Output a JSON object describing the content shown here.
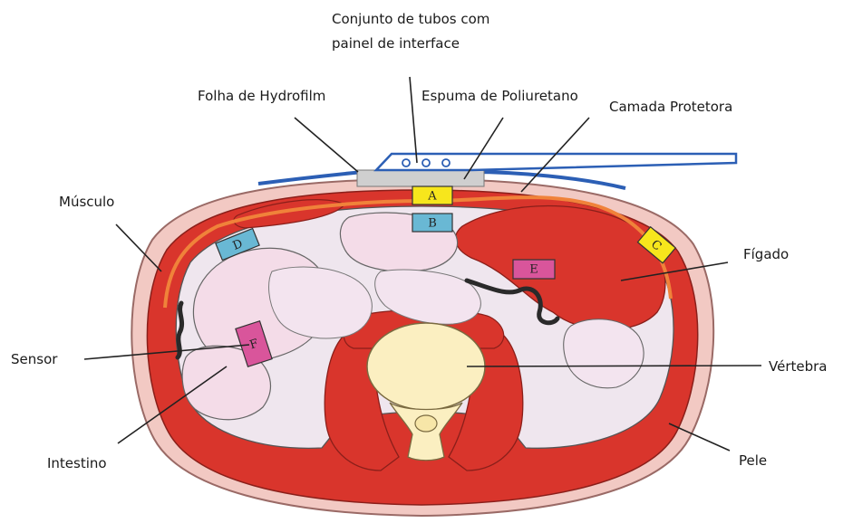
{
  "labels": {
    "tubes_line1": "Conjunto de tubos com",
    "tubes_line2": "painel de interface",
    "hydrofilm": "Folha de Hydrofilm",
    "foam": "Espuma de Poliuretano",
    "protective_layer": "Camada Protetora",
    "muscle": "Músculo",
    "liver": "Fígado",
    "sensor": "Sensor",
    "vertebra": "Vértebra",
    "intestine": "Intestino",
    "skin": "Pele"
  },
  "sensor_tags": {
    "a": {
      "text": "A",
      "color": "#f7e61c"
    },
    "b": {
      "text": "B",
      "color": "#69b8d4"
    },
    "c": {
      "text": "C",
      "color": "#f7e61c"
    },
    "d": {
      "text": "D",
      "color": "#69b8d4"
    },
    "e": {
      "text": "E",
      "color": "#d9559b"
    },
    "f": {
      "text": "F",
      "color": "#d9559b"
    }
  },
  "colors": {
    "muscle": "#d9352c",
    "skin": "#f2c9c3",
    "organ": "#efe6ee",
    "vertebra": "#fbefc1",
    "protective_layer": "#f0823a",
    "film": "#2c5fb5"
  }
}
